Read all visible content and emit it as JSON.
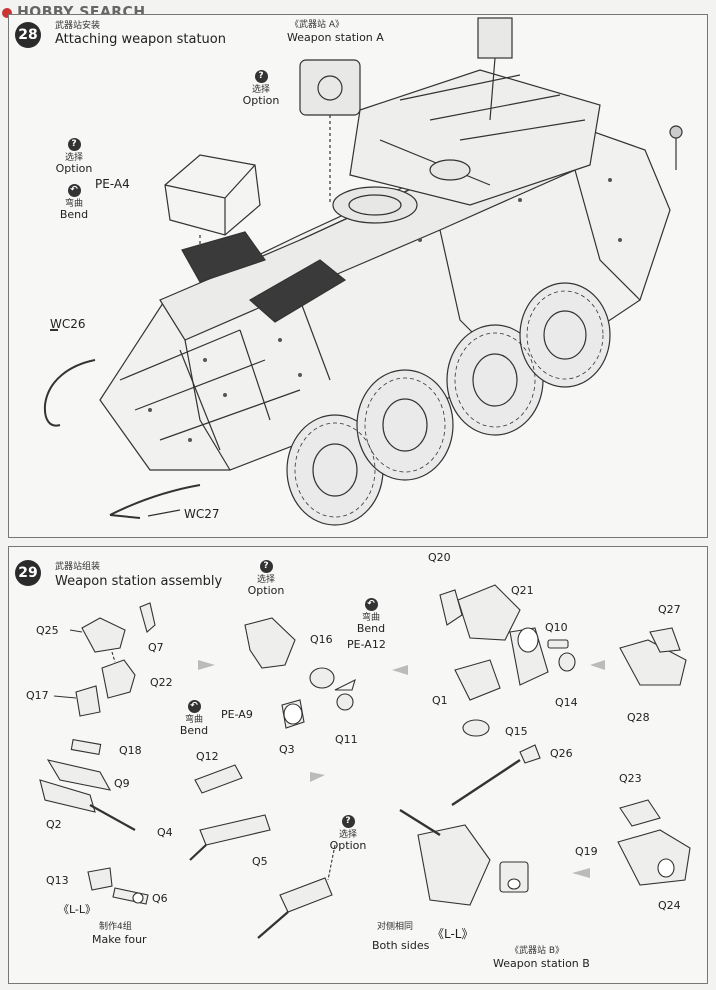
{
  "watermark": {
    "brand": "HOBBY SEARCH"
  },
  "step28": {
    "number": "28",
    "title_cn": "武器站安装",
    "title_en": "Attaching weapon statuon",
    "station_cn": "《武器站 A》",
    "station_en": "Weapon station A",
    "option1_cn": "选择",
    "option1_en": "Option",
    "option2_cn": "选择",
    "option2_en": "Option",
    "bend_cn": "弯曲",
    "bend_en": "Bend",
    "parts": {
      "pe_a4": "PE-A4",
      "wc26": "WC26",
      "wc27": "WC27"
    }
  },
  "step29": {
    "number": "29",
    "title_cn": "武器站组装",
    "title_en": "Weapon station assembly",
    "option1_cn": "选择",
    "option1_en": "Option",
    "option2_cn": "选择",
    "option2_en": "Option",
    "bend1_cn": "弯曲",
    "bend1_en": "Bend",
    "bend2_cn": "弯曲",
    "bend2_en": "Bend",
    "make_four_cn": "制作4组",
    "make_four_en": "Make four",
    "both_sides_cn": "对侧相同",
    "both_sides_en": "Both sides",
    "ll1": "《L-L》",
    "ll2": "《L-L》",
    "station_cn": "《武器站 B》",
    "station_en": "Weapon station B",
    "parts": {
      "q25": "Q25",
      "q7": "Q7",
      "q17": "Q17",
      "q22": "Q22",
      "q16": "Q16",
      "pe_a12": "PE-A12",
      "pe_a9": "PE-A9",
      "q3": "Q3",
      "q11": "Q11",
      "q20": "Q20",
      "q21": "Q21",
      "q10": "Q10",
      "q1": "Q1",
      "q14": "Q14",
      "q15": "Q15",
      "q27": "Q27",
      "q28": "Q28",
      "q18": "Q18",
      "q9": "Q9",
      "q2": "Q2",
      "q12": "Q12",
      "q4": "Q4",
      "q5": "Q5",
      "q26": "Q26",
      "q23": "Q23",
      "q19": "Q19",
      "q24": "Q24",
      "q13": "Q13",
      "q6": "Q6"
    }
  }
}
